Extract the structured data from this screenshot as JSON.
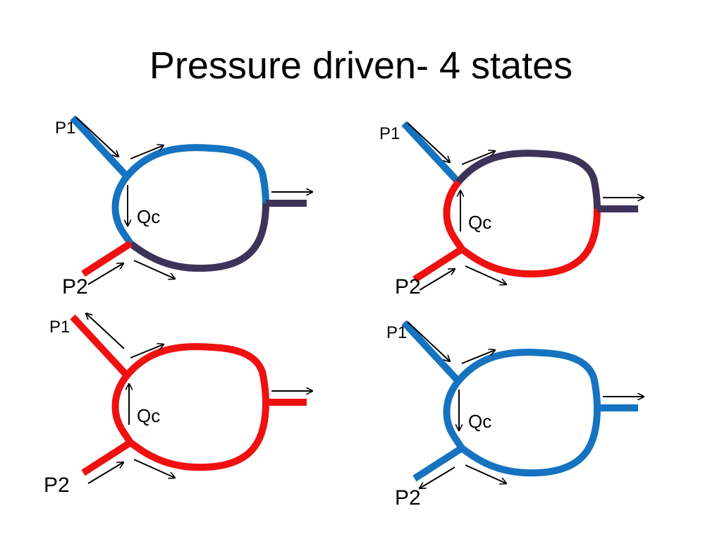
{
  "title": "Pressure driven- 4 states",
  "colors": {
    "blue": "#1573c0",
    "red": "#ef1010",
    "dark": "#3d3359",
    "arrow": "#000000"
  },
  "states": [
    {
      "p1_label": "P1",
      "p2_label": "P2",
      "qc_label": "Qc",
      "colors": {
        "p1_pipe": "blue",
        "upper_arc": "blue",
        "outlet_stub": "dark",
        "lower_arc": "dark",
        "left_connector": "blue",
        "p2_pipe": "red"
      },
      "flow": {
        "p1": "in",
        "p2": "in",
        "qc": "down"
      }
    },
    {
      "p1_label": "P1",
      "p2_label": "P2",
      "qc_label": "Qc",
      "colors": {
        "p1_pipe": "blue",
        "upper_arc": "dark",
        "outlet_stub": "dark",
        "lower_arc": "red",
        "left_connector": "red",
        "p2_pipe": "red"
      },
      "flow": {
        "p1": "in",
        "p2": "in",
        "qc": "up"
      }
    },
    {
      "p1_label": "P1",
      "p2_label": "P2",
      "qc_label": "Qc",
      "colors": {
        "p1_pipe": "red",
        "upper_arc": "red",
        "outlet_stub": "red",
        "lower_arc": "red",
        "left_connector": "red",
        "p2_pipe": "red"
      },
      "flow": {
        "p1": "out",
        "p2": "in",
        "qc": "up"
      }
    },
    {
      "p1_label": "P1",
      "p2_label": "P2",
      "qc_label": "Qc",
      "colors": {
        "p1_pipe": "blue",
        "upper_arc": "blue",
        "outlet_stub": "blue",
        "lower_arc": "blue",
        "left_connector": "blue",
        "p2_pipe": "blue"
      },
      "flow": {
        "p1": "in",
        "p2": "out",
        "qc": "down"
      }
    }
  ]
}
